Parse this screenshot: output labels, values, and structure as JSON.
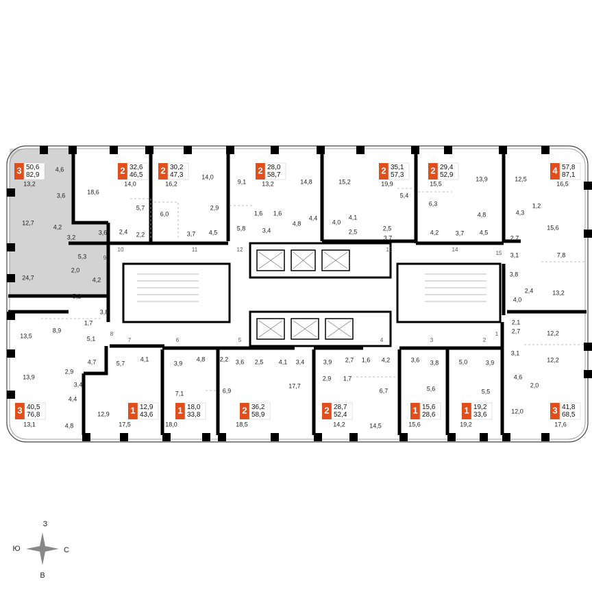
{
  "colors": {
    "badge": "#e04e1b",
    "highlight": "#d3d3d3",
    "wall": "#000000"
  },
  "apartments": [
    {
      "rooms": "3",
      "living": "50,6",
      "total": "82,9"
    },
    {
      "rooms": "2",
      "living": "32,6",
      "total": "46,5"
    },
    {
      "rooms": "2",
      "living": "30,2",
      "total": "47,3"
    },
    {
      "rooms": "2",
      "living": "28,0",
      "total": "58,7"
    },
    {
      "rooms": "2",
      "living": "35,1",
      "total": "57,3"
    },
    {
      "rooms": "2",
      "living": "29,4",
      "total": "52,9"
    },
    {
      "rooms": "4",
      "living": "57,8",
      "total": "87,1"
    },
    {
      "rooms": "3",
      "living": "40,5",
      "total": "76,8"
    },
    {
      "rooms": "1",
      "living": "12,9",
      "total": "43,6"
    },
    {
      "rooms": "1",
      "living": "18,0",
      "total": "33,8"
    },
    {
      "rooms": "2",
      "living": "36,2",
      "total": "58,9"
    },
    {
      "rooms": "2",
      "living": "28,7",
      "total": "52,4"
    },
    {
      "rooms": "1",
      "living": "15,6",
      "total": "28,6"
    },
    {
      "rooms": "1",
      "living": "19,2",
      "total": "33,6"
    },
    {
      "rooms": "3",
      "living": "41,8",
      "total": "68,5"
    }
  ],
  "room_areas": [
    "13,2",
    "4,6",
    "18,6",
    "14,0",
    "16,2",
    "14,0",
    "9,1",
    "13,2",
    "14,8",
    "15,2",
    "19,9",
    "15,5",
    "13,9",
    "12,5",
    "16,5",
    "3,6",
    "5,7",
    "6,0",
    "2,9",
    "1,6",
    "1,6",
    "4,8",
    "4,4",
    "5,4",
    "6,3",
    "4,8",
    "4,3",
    "1,2",
    "12,7",
    "4,2",
    "3,2",
    "3,6",
    "2,4",
    "2,2",
    "3,7",
    "4,5",
    "5,8",
    "3,4",
    "4,0",
    "4,1",
    "2,5",
    "2,5",
    "3,7",
    "4,2",
    "3,7",
    "4,5",
    "15,6",
    "2,7",
    "5,3",
    "2,0",
    "4,2",
    "24,7",
    "5,2",
    "3,8",
    "3,1",
    "7,8",
    "3,8",
    "2,4",
    "4,0",
    "13,2",
    "13,5",
    "8,9",
    "1,7",
    "5,1",
    "4,7",
    "5,7",
    "4,1",
    "3,9",
    "4,8",
    "2,2",
    "3,6",
    "2,5",
    "4,1",
    "3,4",
    "13,9",
    "2,9",
    "3,4",
    "7,1",
    "6,9",
    "17,7",
    "3,9",
    "2,7",
    "1,6",
    "4,2",
    "2,9",
    "1,7",
    "6,7",
    "3,6",
    "3,8",
    "5,0",
    "3,9",
    "5,6",
    "5,5",
    "2,1",
    "2,7",
    "12,2",
    "3,1",
    "12,2",
    "4,6",
    "2,0",
    "4,4",
    "4,8",
    "12,9",
    "13,1",
    "17,5",
    "18,0",
    "18,5",
    "14,2",
    "14,5",
    "15,6",
    "19,2",
    "12,0",
    "17,6"
  ],
  "entrance_numbers": [
    "10",
    "11",
    "12",
    "13",
    "14",
    "15",
    "9",
    "8",
    "7",
    "6",
    "5",
    "4",
    "3",
    "2",
    "1"
  ],
  "compass": {
    "north": "З",
    "west": "Ю",
    "east": "С",
    "south": "В"
  }
}
